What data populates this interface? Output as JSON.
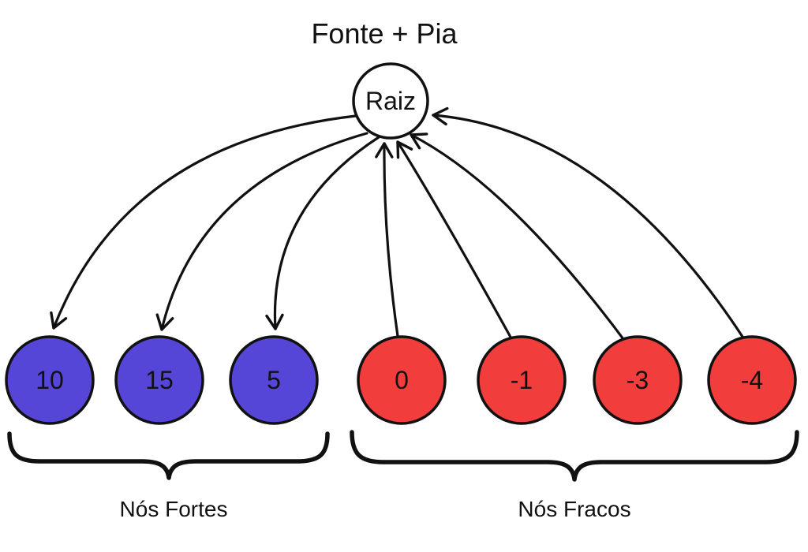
{
  "diagram": {
    "title": "Fonte + Pia",
    "root": {
      "label": "Raiz",
      "fill": "#ffffff"
    },
    "groups": {
      "strong": {
        "label": "Nós Fortes",
        "color": "#5546d8",
        "nodes": [
          "10",
          "15",
          "5"
        ]
      },
      "weak": {
        "label": "Nós Fracos",
        "color": "#f23d3d",
        "nodes": [
          "0",
          "-1",
          "-3",
          "-4"
        ]
      }
    },
    "edges": [
      {
        "from": "Raiz",
        "to": "10"
      },
      {
        "from": "Raiz",
        "to": "15"
      },
      {
        "from": "Raiz",
        "to": "5"
      },
      {
        "from": "0",
        "to": "Raiz"
      },
      {
        "from": "-1",
        "to": "Raiz"
      },
      {
        "from": "-3",
        "to": "Raiz"
      },
      {
        "from": "-4",
        "to": "Raiz"
      }
    ],
    "colors": {
      "stroke": "#111111"
    }
  }
}
